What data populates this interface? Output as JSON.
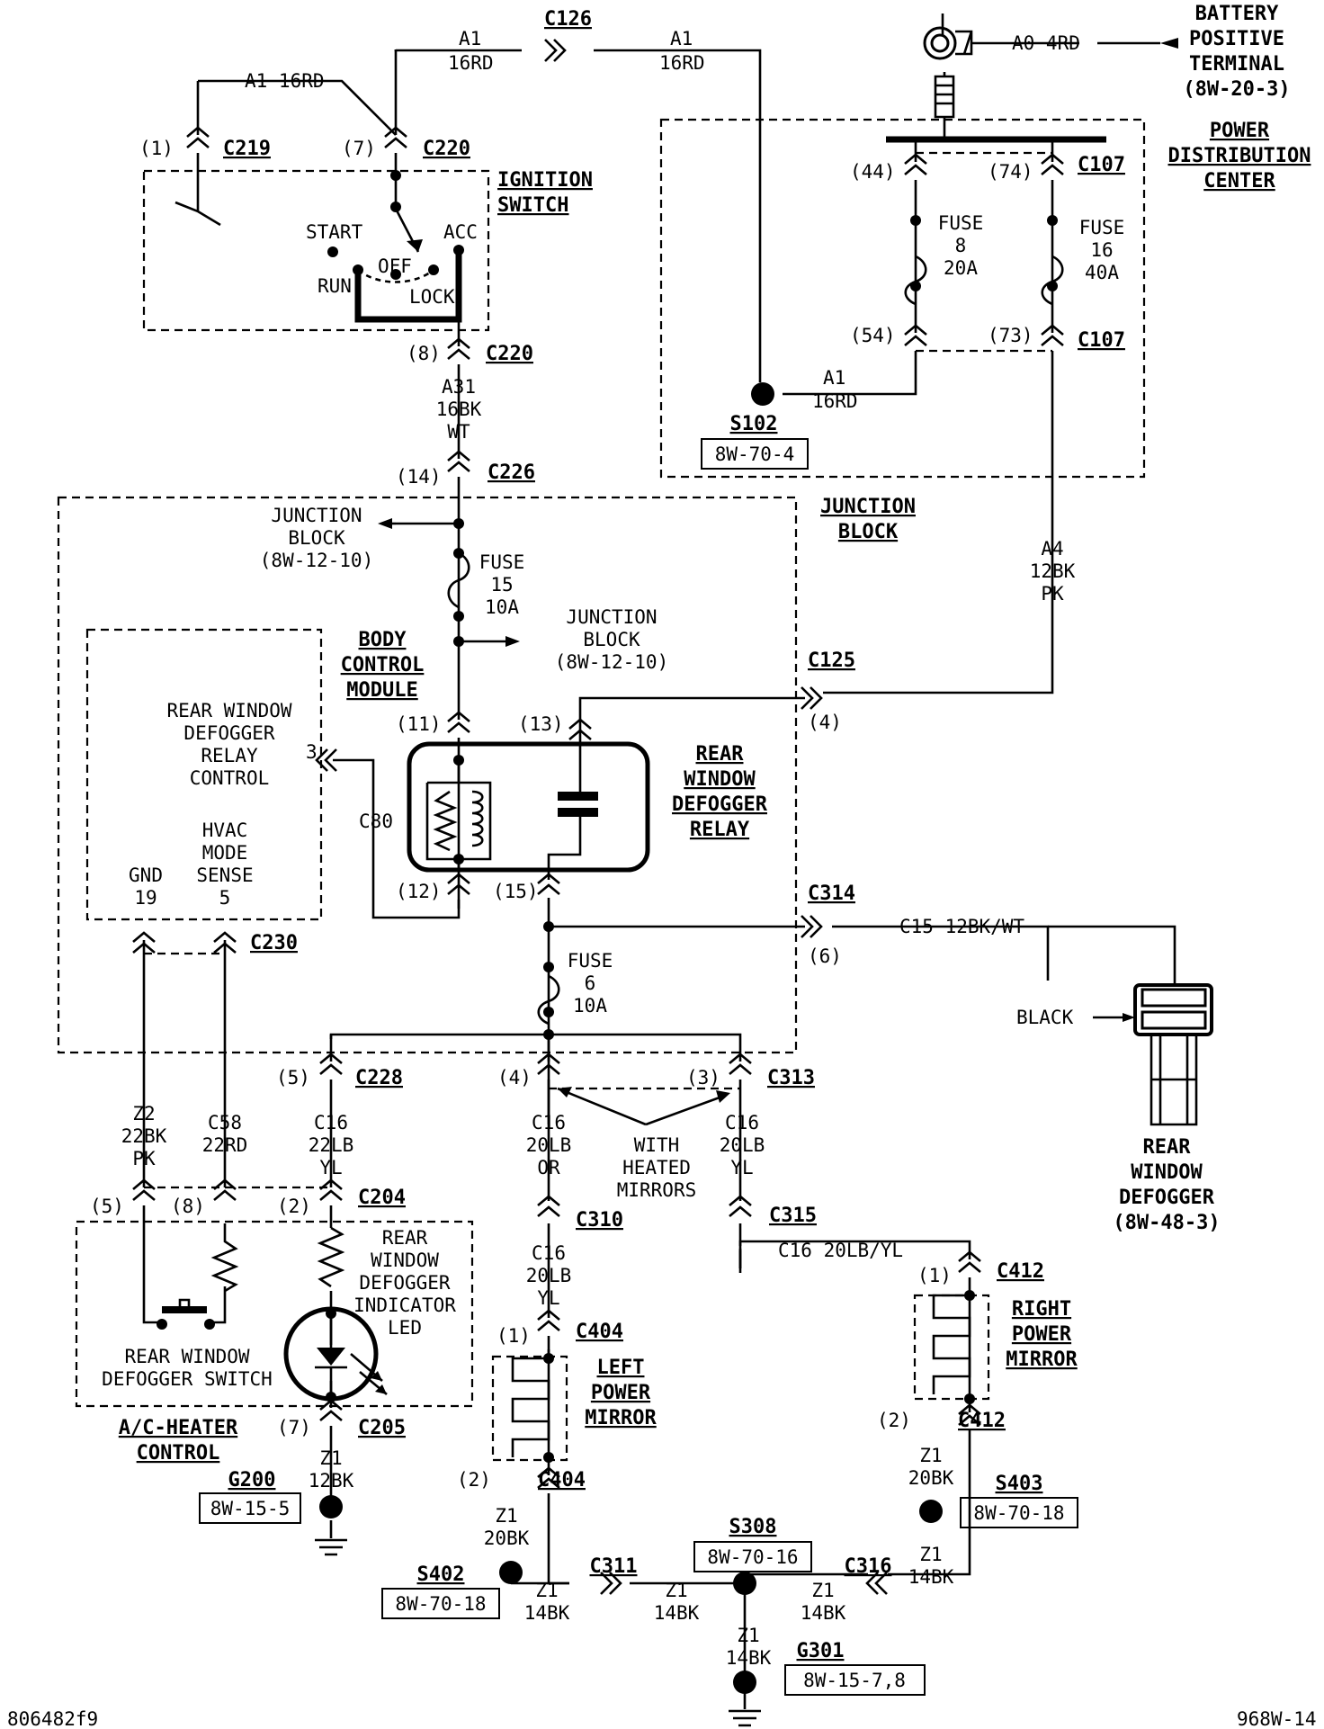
{
  "battery": {
    "title": [
      "BATTERY",
      "POSITIVE",
      "TERMINAL",
      "(8W-20-3)"
    ],
    "wire": "A0 4RD"
  },
  "pdc": {
    "title": [
      "POWER",
      "DISTRIBUTION",
      "CENTER"
    ],
    "fuse8": [
      "FUSE",
      "8",
      "20A"
    ],
    "fuse16": [
      "FUSE",
      "16",
      "40A"
    ],
    "pin44": "(44)",
    "pin74": "(74)",
    "pin54": "(54)",
    "pin73": "(73)",
    "conn": "C107"
  },
  "splices": {
    "s102": {
      "name": "S102",
      "ref": "8W-70-4"
    },
    "s402": {
      "name": "S402",
      "ref": "8W-70-18"
    },
    "s308": {
      "name": "S308",
      "ref": "8W-70-16"
    },
    "s403": {
      "name": "S403",
      "ref": "8W-70-18"
    },
    "g200": {
      "name": "G200",
      "ref": "8W-15-5"
    },
    "g301": {
      "name": "G301",
      "ref": "8W-15-7,8"
    }
  },
  "ignition": {
    "title": [
      "IGNITION",
      "SWITCH"
    ],
    "start": "START",
    "acc": "ACC",
    "off": "OFF",
    "run": "RUN",
    "lock": "LOCK"
  },
  "wires": {
    "a1_16rd": "A1 16RD",
    "a1": "A1",
    "16rd": "16RD",
    "a31": [
      "A31",
      "16BK",
      "WT"
    ],
    "a4": [
      "A4",
      "12BK",
      "PK"
    ],
    "c15": "C15 12BK/WT",
    "z2": [
      "Z2",
      "22BK",
      "PK"
    ],
    "c58": [
      "C58",
      "22RD"
    ],
    "c16_lb_yl": [
      "C16",
      "22LB",
      "YL"
    ],
    "c16_20lb_or": [
      "C16",
      "20LB",
      "OR"
    ],
    "c16_20lb_yl": [
      "C16",
      "20LB",
      "YL"
    ],
    "c16_20lb_yl_b": [
      "C16",
      "20LB",
      "YL"
    ],
    "c16_long": "C16 20LB/YL",
    "z1_12bk": [
      "Z1",
      "12BK"
    ],
    "z1_20bk_l": [
      "Z1",
      "20BK"
    ],
    "z1_20bk_r": [
      "Z1",
      "20BK"
    ],
    "z1_14bk_a": [
      "Z1",
      "14BK"
    ],
    "z1_14bk_b": [
      "Z1",
      "14BK"
    ],
    "z1_14bk_c": [
      "Z1",
      "14BK"
    ],
    "z1_14bk_d": [
      "Z1",
      "14BK"
    ],
    "z1_14bk_e": [
      "Z1",
      "14BK"
    ]
  },
  "connectors": {
    "c126": "C126",
    "c219": "C219",
    "c220": "C220",
    "c226": "C226",
    "c125": "C125",
    "c314": "C314",
    "c230": "C230",
    "c228": "C228",
    "c313": "C313",
    "c204": "C204",
    "c310": "C310",
    "c315": "C315",
    "c404": "C404",
    "c412": "C412",
    "c205": "C205",
    "c311": "C311",
    "c316": "C316",
    "c80": "C80"
  },
  "pins": {
    "p1": "(1)",
    "p7": "(7)",
    "p8": "(8)",
    "p14": "(14)",
    "p11": "(11)",
    "p13": "(13)",
    "p12": "(12)",
    "p15": "(15)",
    "p4a": "(4)",
    "p6": "(6)",
    "p5": "(5)",
    "p4b": "(4)",
    "p3": "(3)",
    "p5b": "(5)",
    "p8b": "(8)",
    "p2": "(2)",
    "p1b": "(1)",
    "p1c": "(1)",
    "p7b": "(7)",
    "p2b": "(2)",
    "p2c": "(2)",
    "p3b": "3"
  },
  "junction": {
    "title": [
      "JUNCTION",
      "BLOCK"
    ],
    "ref1": [
      "JUNCTION",
      "BLOCK",
      "(8W-12-10)"
    ],
    "ref2": [
      "JUNCTION",
      "BLOCK",
      "(8W-12-10)"
    ],
    "fuse15": [
      "FUSE",
      "15",
      "10A"
    ],
    "fuse6": [
      "FUSE",
      "6",
      "10A"
    ]
  },
  "bcm": {
    "title": [
      "BODY",
      "CONTROL",
      "MODULE"
    ],
    "relay_ctrl": [
      "REAR WINDOW",
      "DEFOGGER",
      "RELAY",
      "CONTROL"
    ],
    "hvac": [
      "HVAC",
      "MODE",
      "SENSE",
      "5"
    ],
    "gnd": [
      "GND",
      "19"
    ]
  },
  "relay": {
    "title": [
      "REAR",
      "WINDOW",
      "DEFOGGER",
      "RELAY"
    ]
  },
  "defogger": {
    "title": [
      "REAR",
      "WINDOW",
      "DEFOGGER",
      "(8W-48-3)"
    ],
    "black": "BLACK"
  },
  "heated": [
    "WITH",
    "HEATED",
    "MIRRORS"
  ],
  "acheater": {
    "title": [
      "A/C-HEATER",
      "CONTROL"
    ],
    "switch": [
      "REAR WINDOW",
      "DEFOGGER SWITCH"
    ],
    "led": [
      "REAR",
      "WINDOW",
      "DEFOGGER",
      "INDICATOR",
      "LED"
    ]
  },
  "mirrors": {
    "left": [
      "LEFT",
      "POWER",
      "MIRROR"
    ],
    "right": [
      "RIGHT",
      "POWER",
      "MIRROR"
    ]
  },
  "footer": {
    "left": "806482f9",
    "right": "968W-14"
  }
}
